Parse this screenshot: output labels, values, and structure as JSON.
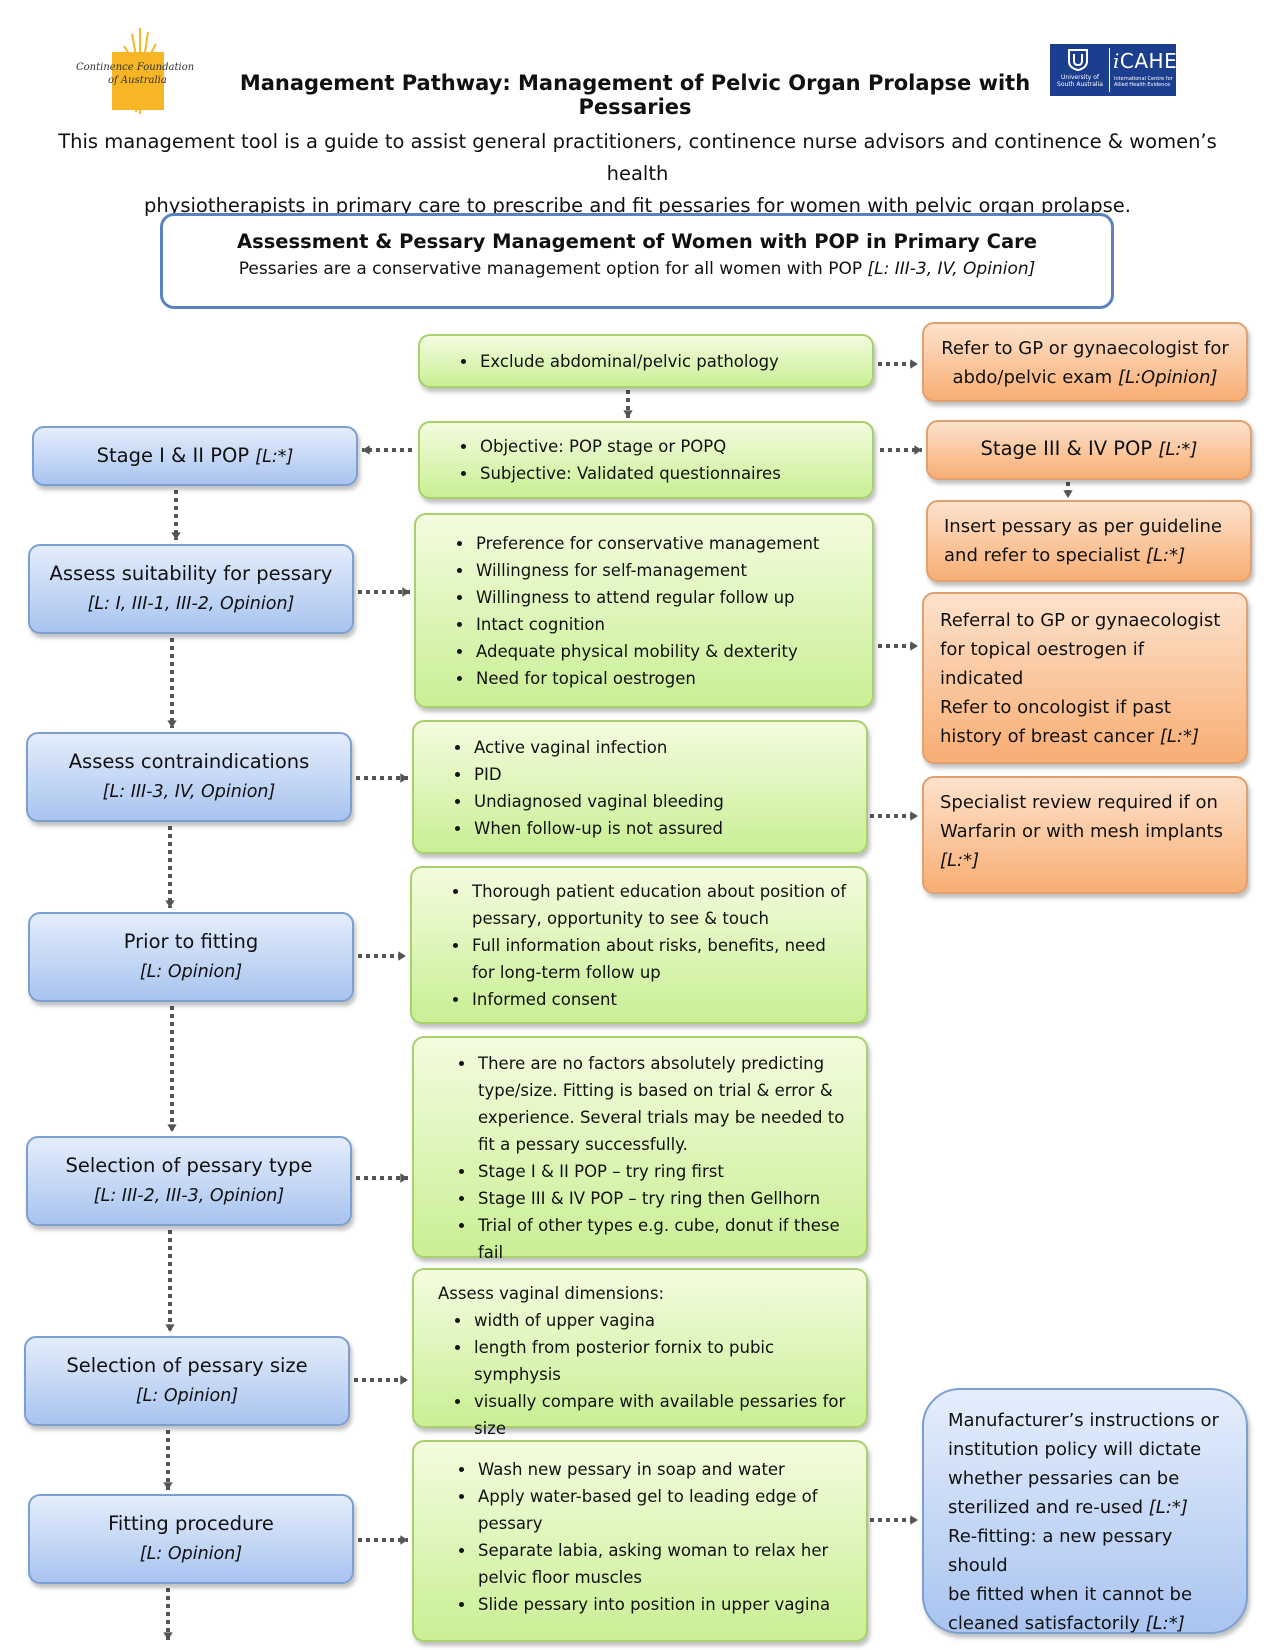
{
  "header": {
    "logo_left_line1": "Continence  Foundation",
    "logo_left_line2": "of Australia",
    "logo_right_uni": "University of South Australia",
    "logo_right_brand_i": "i",
    "logo_right_brand": "CAHE",
    "logo_right_sub": "International Centre for Allied Health Evidence",
    "title": "Management Pathway: Management of Pelvic Organ Prolapse with Pessaries",
    "intro_line1": "This management tool is a guide to assist general practitioners, continence nurse advisors and continence & women’s health",
    "intro_line2": "physiotherapists in primary care to prescribe and fit pessaries for women with pelvic organ prolapse."
  },
  "top_box": {
    "heading": "Assessment & Pessary Management of Women with POP in Primary Care",
    "subtext": "Pessaries are a conservative management option for all women with POP ",
    "subtext_level": "[L: III-3, IV, Opinion]"
  },
  "center": {
    "exclude": [
      "Exclude abdominal/pelvic pathology"
    ],
    "staging": [
      "Objective: POP stage or POPQ",
      "Subjective: Validated questionnaires"
    ],
    "suitability": [
      "Preference for conservative management",
      "Willingness for self-management",
      "Willingness to attend regular follow up",
      "Intact cognition",
      "Adequate physical mobility & dexterity",
      "Need for topical oestrogen"
    ],
    "contraindications": [
      "Active vaginal infection",
      "PID",
      "Undiagnosed vaginal bleeding",
      "When follow-up is not assured"
    ],
    "prior_fitting": [
      "Thorough patient education about position of pessary, opportunity to see & touch",
      "Full information about risks, benefits, need for long-term follow up",
      "Informed consent"
    ],
    "type_selection": [
      "There are no factors absolutely predicting type/size. Fitting is based on trial & error & experience. Several trials may be needed to fit a pessary successfully.",
      "Stage I & II POP – try ring first",
      "Stage III & IV POP – try ring then Gellhorn",
      "Trial of other types e.g. cube, donut if these fail"
    ],
    "size_selection_lead": "Assess vaginal dimensions:",
    "size_selection": [
      "width of upper vagina",
      "length from posterior fornix to pubic symphysis",
      "visually compare with available pessaries for size"
    ],
    "fitting": [
      "Wash new pessary in soap and water",
      "Apply water-based gel to leading edge of pessary",
      "Separate labia, asking woman to relax her pelvic floor muscles",
      "Slide pessary into position in upper vagina"
    ]
  },
  "left": {
    "stage12": {
      "title": "Stage I & II POP ",
      "level": "[L:*]"
    },
    "suitability": {
      "title": "Assess suitability for pessary",
      "level": "[L: I, III-1, III-2, Opinion]"
    },
    "contraindications": {
      "title": "Assess contraindications",
      "level": "[L: III-3, IV, Opinion]"
    },
    "prior": {
      "title": "Prior to fitting",
      "level": "[L: Opinion]"
    },
    "type": {
      "title": "Selection of pessary type",
      "level": "[L: III-2, III-3, Opinion]"
    },
    "size": {
      "title": "Selection of pessary size",
      "level": "[L: Opinion]"
    },
    "fitting": {
      "title": "Fitting procedure",
      "level": "[L: Opinion]"
    }
  },
  "right": {
    "refer_gp_1": "Refer to GP or gynaecologist for",
    "refer_gp_2": "abdo/pelvic exam ",
    "refer_gp_level": "[L:Opinion]",
    "stage34_title": "Stage III & IV POP ",
    "stage34_level": "[L:*]",
    "insert_1": "Insert pessary as per guideline",
    "insert_2": "and refer to specialist ",
    "insert_level": "[L:*]",
    "oestrogen_1": "Referral to GP or gynaecologist",
    "oestrogen_2": "for topical oestrogen if indicated",
    "oestrogen_3": "Refer to oncologist if past",
    "oestrogen_4": "history of breast cancer ",
    "oestrogen_level": "[L:*]",
    "specialist_1": "Specialist review required if on",
    "specialist_2": "Warfarin or with mesh implants",
    "specialist_level": "[L:*]",
    "manuf_1": "Manufacturer’s instructions or",
    "manuf_2": "institution policy will dictate",
    "manuf_3": "whether pessaries can be",
    "manuf_4": "sterilized and re-used ",
    "manuf_level_1": "[L:*]",
    "manuf_5": "Re-fitting: a new pessary should",
    "manuf_6": "be fitted when it cannot be",
    "manuf_7": "cleaned satisfactorily ",
    "manuf_level_2": "[L:*]"
  },
  "colors": {
    "blue_box": "#a9c4f0",
    "green_box": "#c9ef95",
    "orange_box": "#f8ae74",
    "arrow": "#555555",
    "header_border": "#5a82bf"
  }
}
